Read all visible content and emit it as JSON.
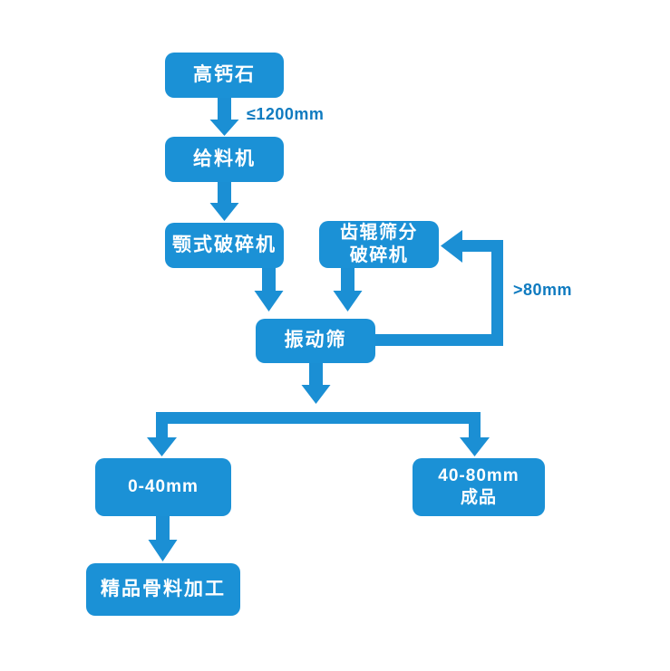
{
  "diagram": {
    "title": "High calcium stone crushing process flow",
    "background_color": "#ffffff",
    "node_fill_color": "#1b91d6",
    "node_text_color": "#ffffff",
    "connector_color": "#1b8fd4",
    "label_text_color": "#0f7bc0"
  },
  "nodes": {
    "raw_material": {
      "label": "高钙石"
    },
    "feeder": {
      "label": "给料机"
    },
    "jaw_crusher": {
      "label": "颚式破碎机"
    },
    "roller_crusher": {
      "line1": "齿辊筛分",
      "line2": "破碎机"
    },
    "vibrating_screen": {
      "label": "振动筛"
    },
    "product_0_40": {
      "label": "0-40mm"
    },
    "product_40_80": {
      "line1": "40-80mm",
      "line2": "成品"
    },
    "fine_aggregate": {
      "label": "精品骨料加工"
    }
  },
  "edge_labels": {
    "feed_size": "≤1200mm",
    "oversize_return": ">80mm"
  },
  "chart_data": {
    "type": "diagram",
    "flow": [
      {
        "from": "高钙石",
        "to": "给料机",
        "label": "≤1200mm"
      },
      {
        "from": "给料机",
        "to": "颚式破碎机",
        "label": ""
      },
      {
        "from": "颚式破碎机",
        "to": "振动筛",
        "label": ""
      },
      {
        "from": "齿辊筛分破碎机",
        "to": "振动筛",
        "label": ""
      },
      {
        "from": "振动筛",
        "to": "齿辊筛分破碎机",
        "label": ">80mm"
      },
      {
        "from": "振动筛",
        "to": "0-40mm",
        "label": ""
      },
      {
        "from": "振动筛",
        "to": "40-80mm成品",
        "label": ""
      },
      {
        "from": "0-40mm",
        "to": "精品骨料加工",
        "label": ""
      }
    ]
  }
}
